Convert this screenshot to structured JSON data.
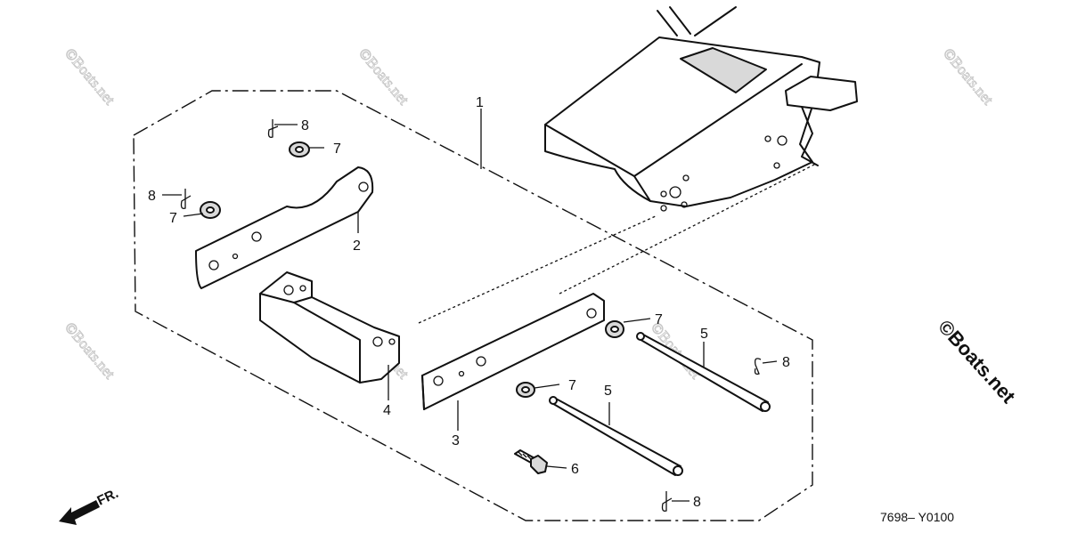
{
  "callouts": {
    "c1": "1",
    "c2": "2",
    "c3": "3",
    "c4": "4",
    "c5a": "5",
    "c5b": "5",
    "c6": "6",
    "c7a": "7",
    "c7b": "7",
    "c7c": "7",
    "c7d": "7",
    "c8a": "8",
    "c8b": "8",
    "c8c": "8",
    "c8d": "8"
  },
  "direction_label": "FR.",
  "diagram_code": "7698– Y0100",
  "watermark": {
    "text": "©Boats.net",
    "color": "#c8c8c8"
  },
  "colors": {
    "line": "#111111",
    "background": "#ffffff"
  }
}
